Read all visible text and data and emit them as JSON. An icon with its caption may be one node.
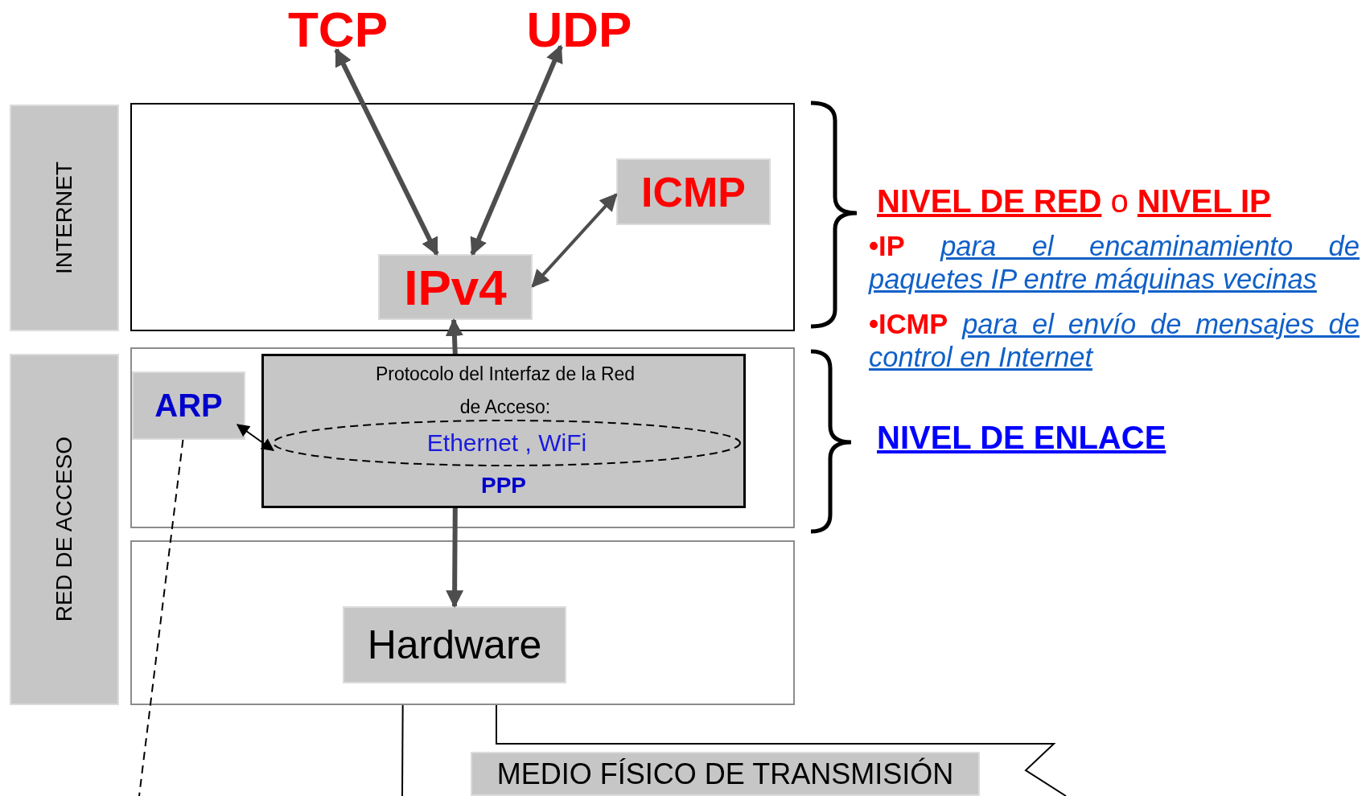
{
  "diagram": {
    "nodes": [
      {
        "text": [
          "TCP"
        ]
      },
      {
        "text": [
          "UDP"
        ]
      },
      {
        "text": [
          "INTERNET"
        ]
      },
      {
        "text": [],
        "shape": "box"
      },
      {
        "text": [
          "ICMP"
        ],
        "in": 3
      },
      {
        "text": [
          "IPv4"
        ],
        "in": 3
      },
      {
        "text": [
          "RED DE ACCESO"
        ]
      },
      {
        "text": [],
        "shape": "box"
      },
      {
        "text": [
          "ARP"
        ],
        "in": 7
      },
      {
        "text": [
          "Protocolo del Interfaz de la Red de Acceso:",
          "PPP"
        ],
        "in": 7
      },
      {
        "text": [
          "Ethernet , WiFi"
        ],
        "in": 9
      },
      {
        "text": [],
        "shape": "box"
      },
      {
        "text": [
          "Hardware"
        ],
        "in": 11
      },
      {
        "text": [
          "MEDIO FÍSICO DE TRANSMISIÓN"
        ]
      }
    ],
    "edges": [
      {
        "from": 5,
        "to": 0,
        "arrow": "both"
      },
      {
        "from": 5,
        "to": 1,
        "arrow": "both"
      },
      {
        "from": 5,
        "to": 4,
        "arrow": "both"
      },
      {
        "from": 9,
        "to": 5,
        "arrow": "to"
      },
      {
        "from": 9,
        "to": 12,
        "arrow": "to"
      },
      {
        "from": 8,
        "to": 10,
        "arrow": "both",
        "color": "#000000"
      },
      {
        "from": 8,
        "to": null,
        "arrow": "none",
        "style": "dashed",
        "color": "#000000"
      },
      {
        "from": 11,
        "to": null,
        "arrow": "none",
        "color": "#000000"
      }
    ],
    "labels": [
      "**NIVEL DE RED** o **NIVEL IP**",
      "**•IP** *para el encaminamiento de paquetes IP entre máquinas vecinas*",
      "**•ICMP** *para el envío de mensajes de control en Internet*",
      "NIVEL DE ENLACE"
    ]
  }
}
